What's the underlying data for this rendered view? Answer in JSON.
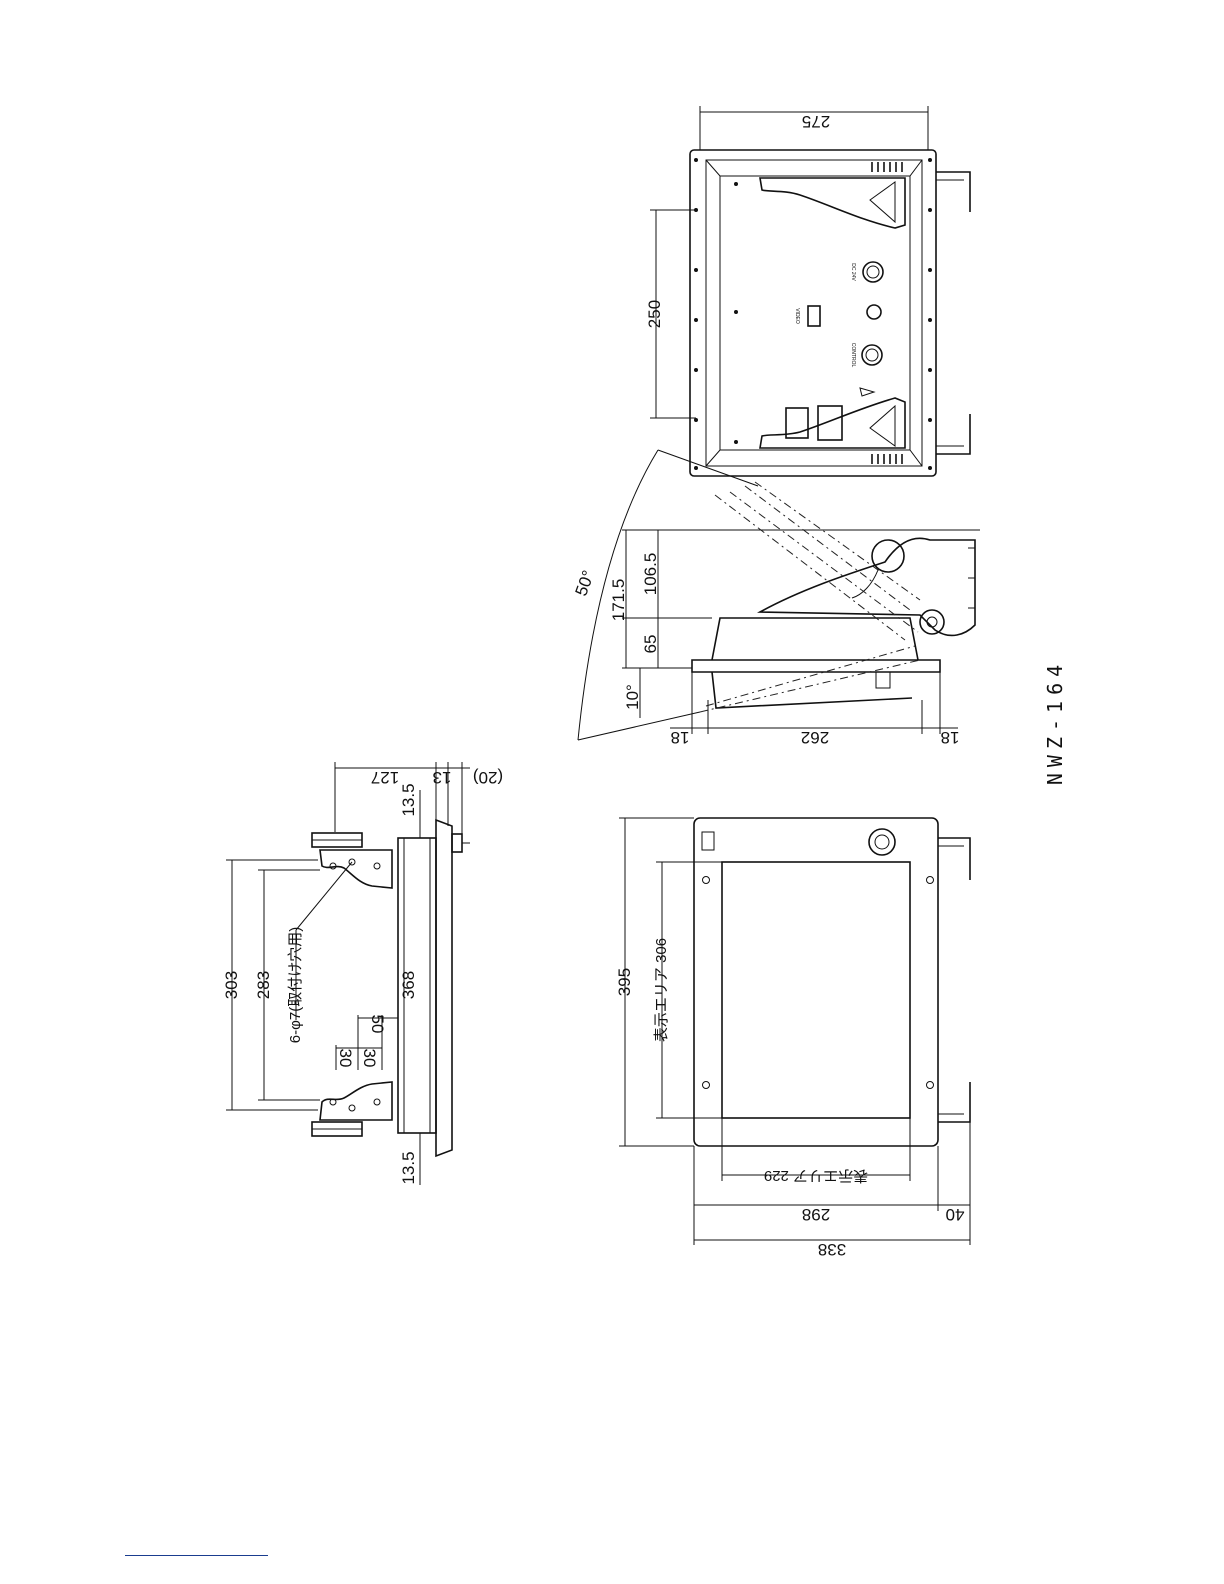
{
  "model_label": "NWZ-164",
  "views": {
    "front": {
      "dims": {
        "overall_height": "395",
        "display_height": "表示エリア 306",
        "display_width": "表示エリア 229",
        "panel_width": "298",
        "handle_offset": "40",
        "overall_width": "338"
      }
    },
    "top": {
      "dims": {
        "span_outer": "303",
        "span_hole": "283",
        "hole_note": "6-φ7(取付け穴用)",
        "length": "368",
        "offset_50": "50",
        "pitch_a": "30",
        "pitch_b": "30",
        "margin_left": "13.5",
        "margin_right": "13.5",
        "depth": "127",
        "bezel": "13",
        "knob": "(20)"
      }
    },
    "side": {
      "dims": {
        "angle_up": "50°",
        "angle_down": "10°",
        "total_height": "171.5",
        "upper": "106.5",
        "lower": "65",
        "depth_left": "18",
        "depth": "262",
        "depth_right": "18"
      }
    },
    "rear": {
      "dims": {
        "width": "275",
        "hole_pitch": "250"
      },
      "labels": {
        "video": "VIDEO",
        "control": "CONTROL",
        "power": "DC 24V"
      }
    }
  }
}
